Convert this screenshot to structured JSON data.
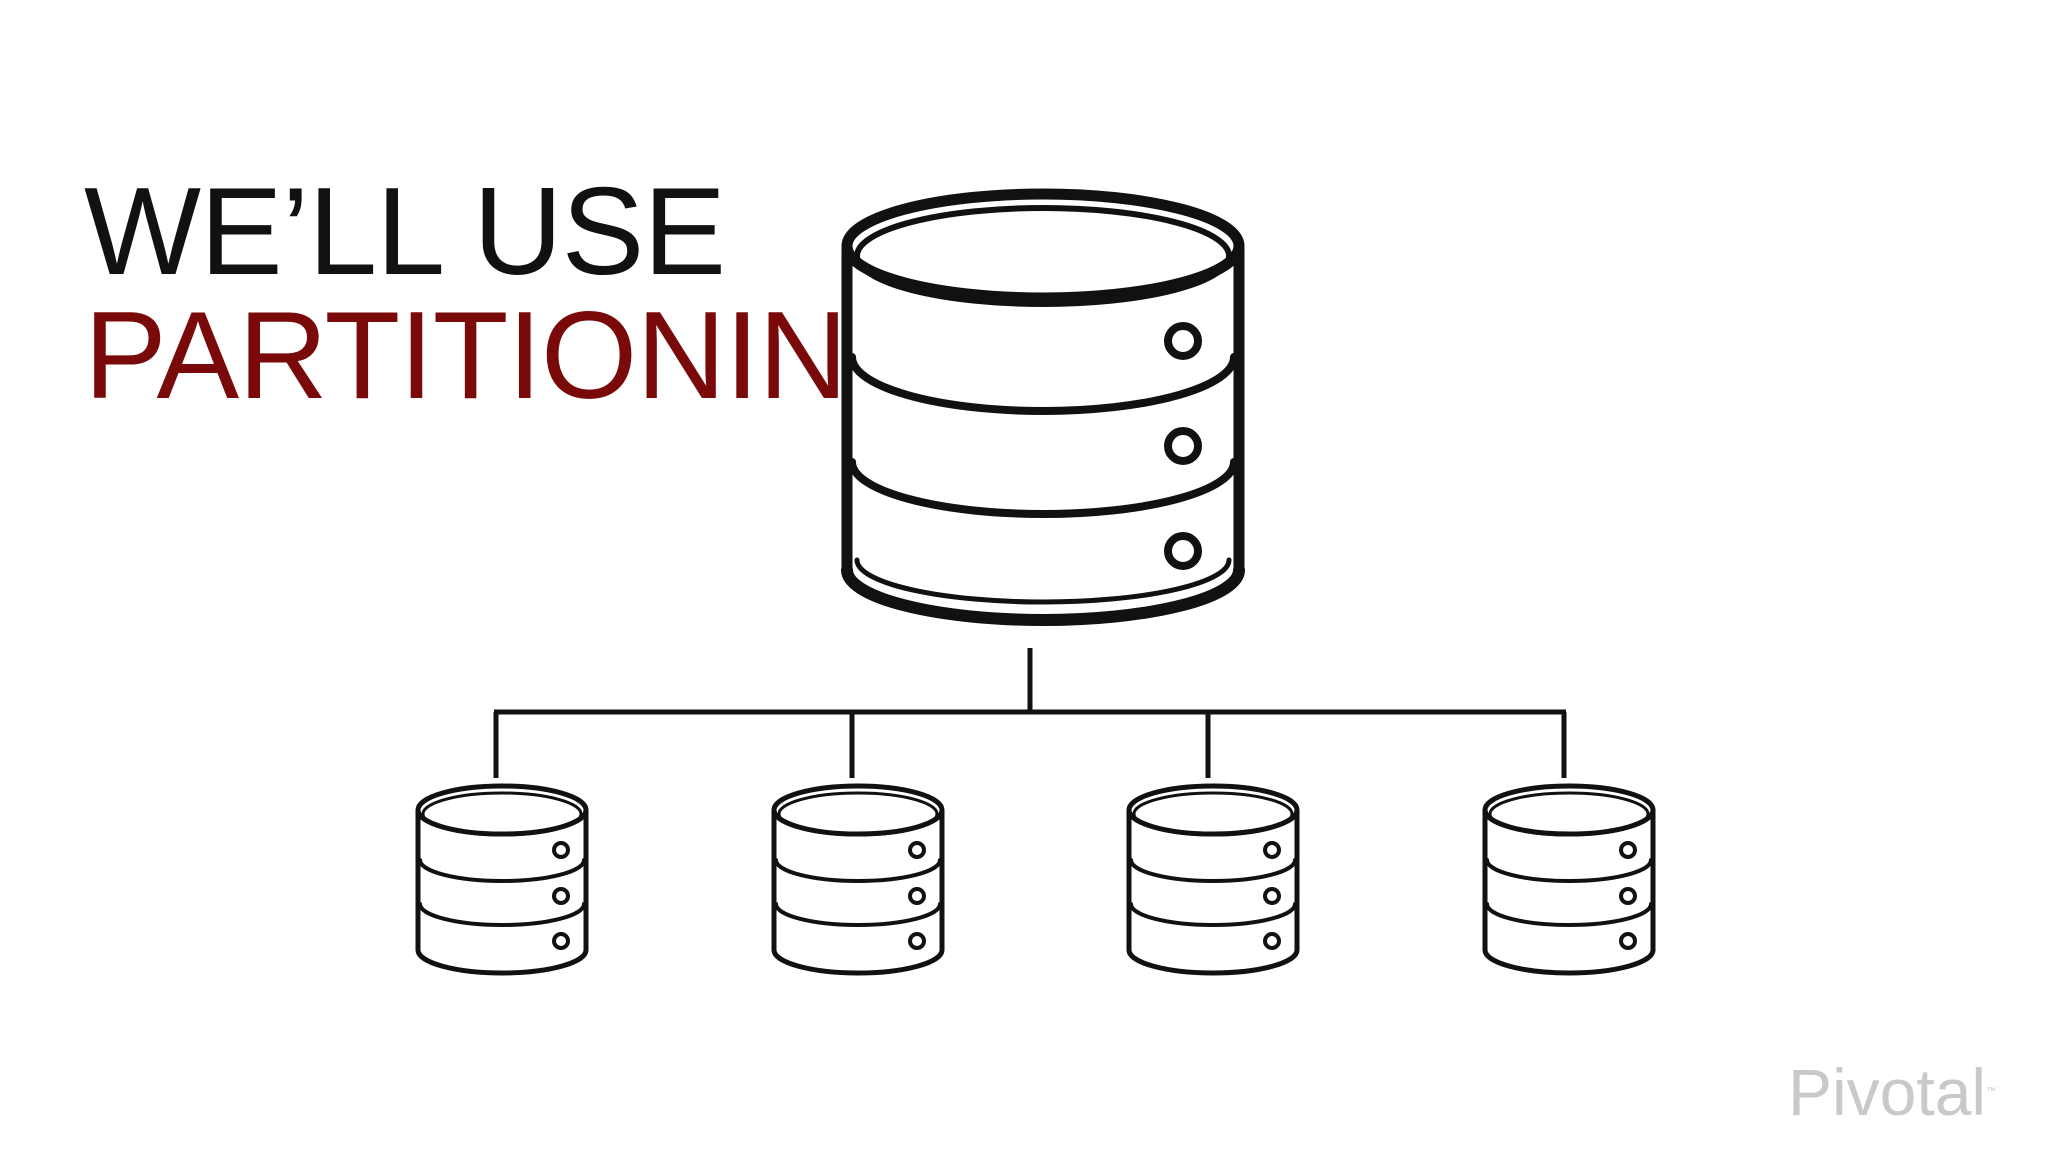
{
  "slide": {
    "title_line1": "WE’LL USE",
    "title_line2": "PARTITIONING",
    "title_line1_color": "#111111",
    "title_line2_color": "#7a0a0a"
  },
  "diagram": {
    "main_database_icon": "database-icon",
    "partition_database_icon": "database-icon",
    "partition_count": 4,
    "stroke_color": "#111111"
  },
  "logo": {
    "text": "Pivotal",
    "trademark": "™",
    "color": "#c9c9c9"
  }
}
